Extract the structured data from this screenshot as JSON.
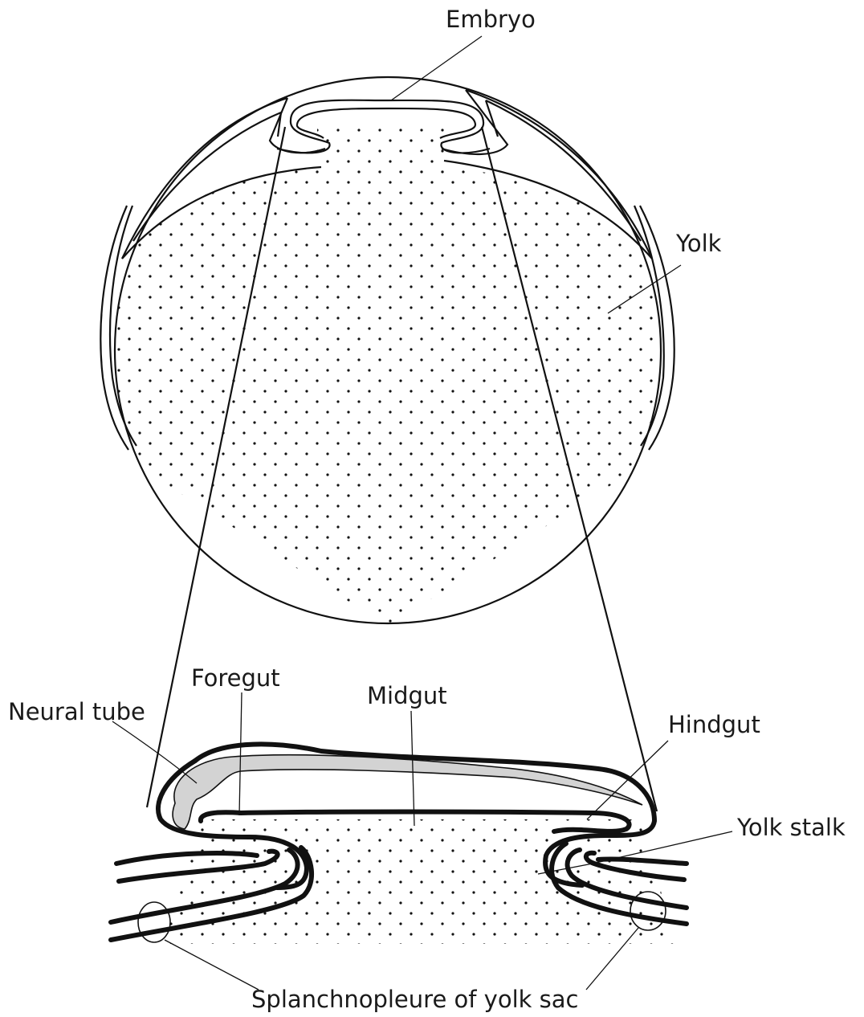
{
  "diagram": {
    "labels": {
      "embryo": "Embryo",
      "yolk": "Yolk",
      "foregut": "Foregut",
      "midgut": "Midgut",
      "neural_tube": "Neural tube",
      "hindgut": "Hindgut",
      "yolk_stalk": "Yolk stalk",
      "splanchnopleure": "Splanchnopleure of yolk sac"
    },
    "colors": {
      "stroke": "#111111",
      "neural_tube_fill": "#d3d3d3",
      "yolk_dots": "#111111",
      "background": "#ffffff"
    }
  }
}
